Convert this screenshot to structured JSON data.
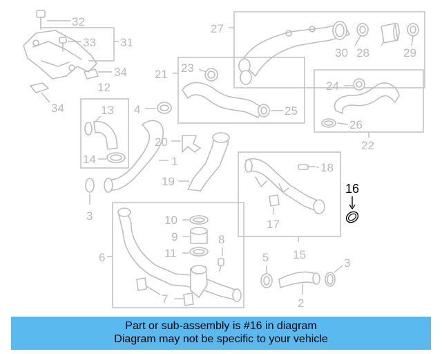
{
  "diagram": {
    "callouts": {
      "c32": "32",
      "c33": "33",
      "c31": "31",
      "c34a": "34",
      "c34b": "34",
      "c12": "12",
      "c27": "27",
      "c30": "30",
      "c28": "28",
      "c29": "29",
      "c21": "21",
      "c23": "23",
      "c25": "25",
      "c24": "24",
      "c26": "26",
      "c22": "22",
      "c13": "13",
      "c14": "14",
      "c4": "4",
      "c1": "1",
      "c20": "20",
      "c19": "19",
      "c3a": "3",
      "c18": "18",
      "c17": "17",
      "c15": "15",
      "c16": "16",
      "c10": "10",
      "c9": "9",
      "c11": "11",
      "c8": "8",
      "c6": "6",
      "c7": "7",
      "c5": "5",
      "c3b": "3",
      "c2": "2"
    },
    "highlighted_part": "16"
  },
  "banner": {
    "line1": "Part or sub-assembly is #16 in diagram",
    "line2": "Diagram may not be specific to your vehicle",
    "color": "#5ab9ef"
  }
}
